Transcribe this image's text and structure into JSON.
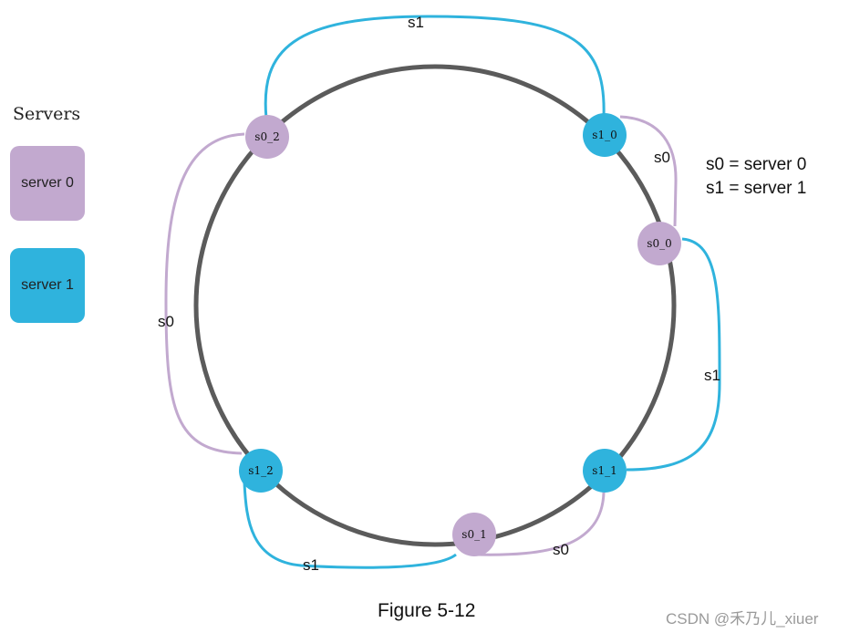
{
  "legend": {
    "title": "Servers",
    "server0_label": "server 0",
    "server1_label": "server 1"
  },
  "key": {
    "line0": "s0 = server 0",
    "line1": "s1 = server 1"
  },
  "nodes": [
    {
      "id": "s0_2",
      "label": "s0_2",
      "server": 0
    },
    {
      "id": "s1_0",
      "label": "s1_0",
      "server": 1
    },
    {
      "id": "s0_0",
      "label": "s0_0",
      "server": 0
    },
    {
      "id": "s1_1",
      "label": "s1_1",
      "server": 1
    },
    {
      "id": "s0_1",
      "label": "s0_1",
      "server": 0
    },
    {
      "id": "s1_2",
      "label": "s1_2",
      "server": 1
    }
  ],
  "edges": [
    {
      "label": "s1",
      "server": 1
    },
    {
      "label": "s0",
      "server": 0
    },
    {
      "label": "s1",
      "server": 1
    },
    {
      "label": "s0",
      "server": 0
    },
    {
      "label": "s1",
      "server": 1
    },
    {
      "label": "s0",
      "server": 0
    }
  ],
  "colors": {
    "server0": "#c2a9cf",
    "server1": "#2fb3dd",
    "ring": "#5b5b5b"
  },
  "caption": "Figure 5-12",
  "watermark": "CSDN @禾乃儿_xiuer"
}
